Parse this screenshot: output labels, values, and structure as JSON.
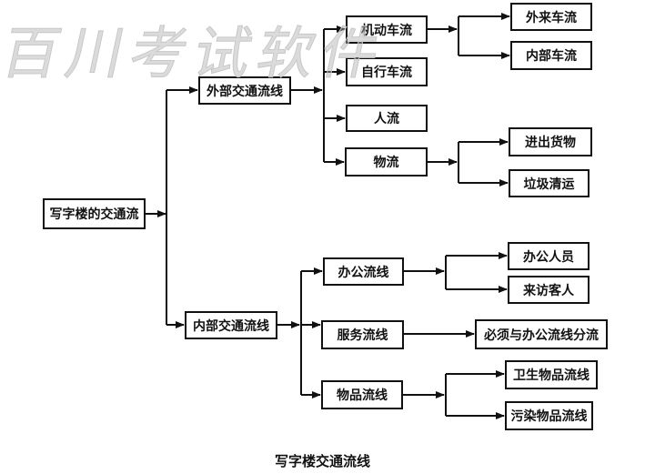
{
  "watermark": "百川考试软件",
  "caption": "写字楼交通流线",
  "nodes": {
    "root": "写字楼的交通流",
    "external": "外部交通流线",
    "internal": "内部交通流线",
    "motor": "机动车流",
    "bicycle": "自行车流",
    "pedestrian": "人流",
    "logistics": "物流",
    "outside_vehicles": "外来车流",
    "inside_vehicles": "内部车流",
    "goods_in_out": "进出货物",
    "garbage": "垃圾清运",
    "office_line": "办公流线",
    "service_line": "服务流线",
    "goods_line": "物品流线",
    "office_staff": "办公人员",
    "visitors": "来访客人",
    "separate": "必须与办公流线分流",
    "clean_goods": "卫生物品流线",
    "dirty_goods": "污染物品流线"
  }
}
